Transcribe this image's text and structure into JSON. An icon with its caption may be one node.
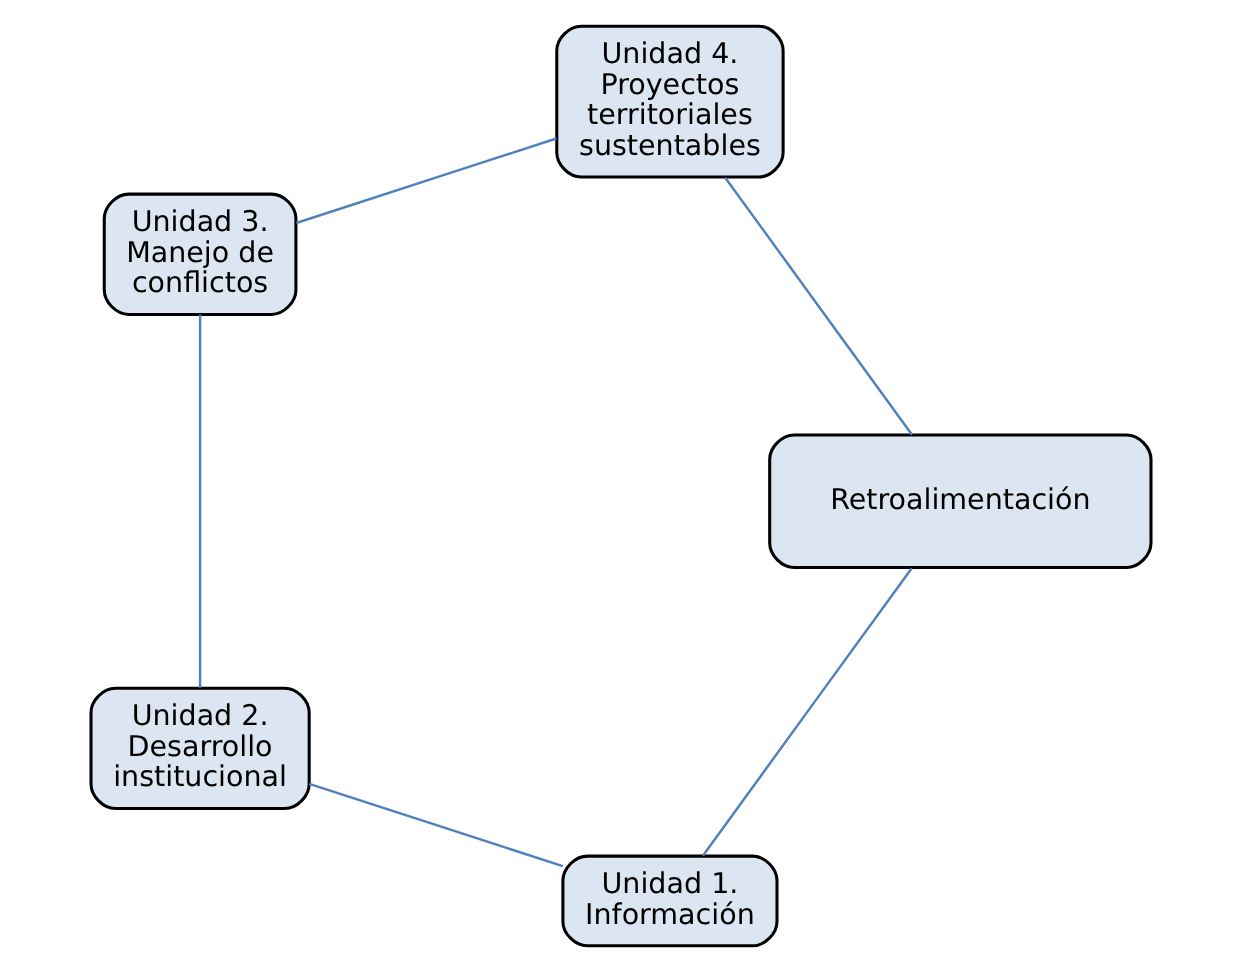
{
  "diagram": {
    "nodes": [
      {
        "text": [
          "Unidad 1. Información"
        ]
      },
      {
        "text": [
          "Unidad 2. Desarrollo institucional"
        ]
      },
      {
        "text": [
          "Unidad 3. Manejo de conflictos"
        ]
      },
      {
        "text": [
          "Unidad 4. Proyectos territoriales sustentables"
        ]
      },
      {
        "text": [
          "Retroalimentación"
        ]
      }
    ],
    "edges": [
      {
        "from": 0,
        "to": 1,
        "arrow": "none"
      },
      {
        "from": 1,
        "to": 2,
        "arrow": "none"
      },
      {
        "from": 2,
        "to": 3,
        "arrow": "none"
      },
      {
        "from": 3,
        "to": 4,
        "arrow": "none"
      },
      {
        "from": 4,
        "to": 0,
        "arrow": "none"
      }
    ]
  }
}
